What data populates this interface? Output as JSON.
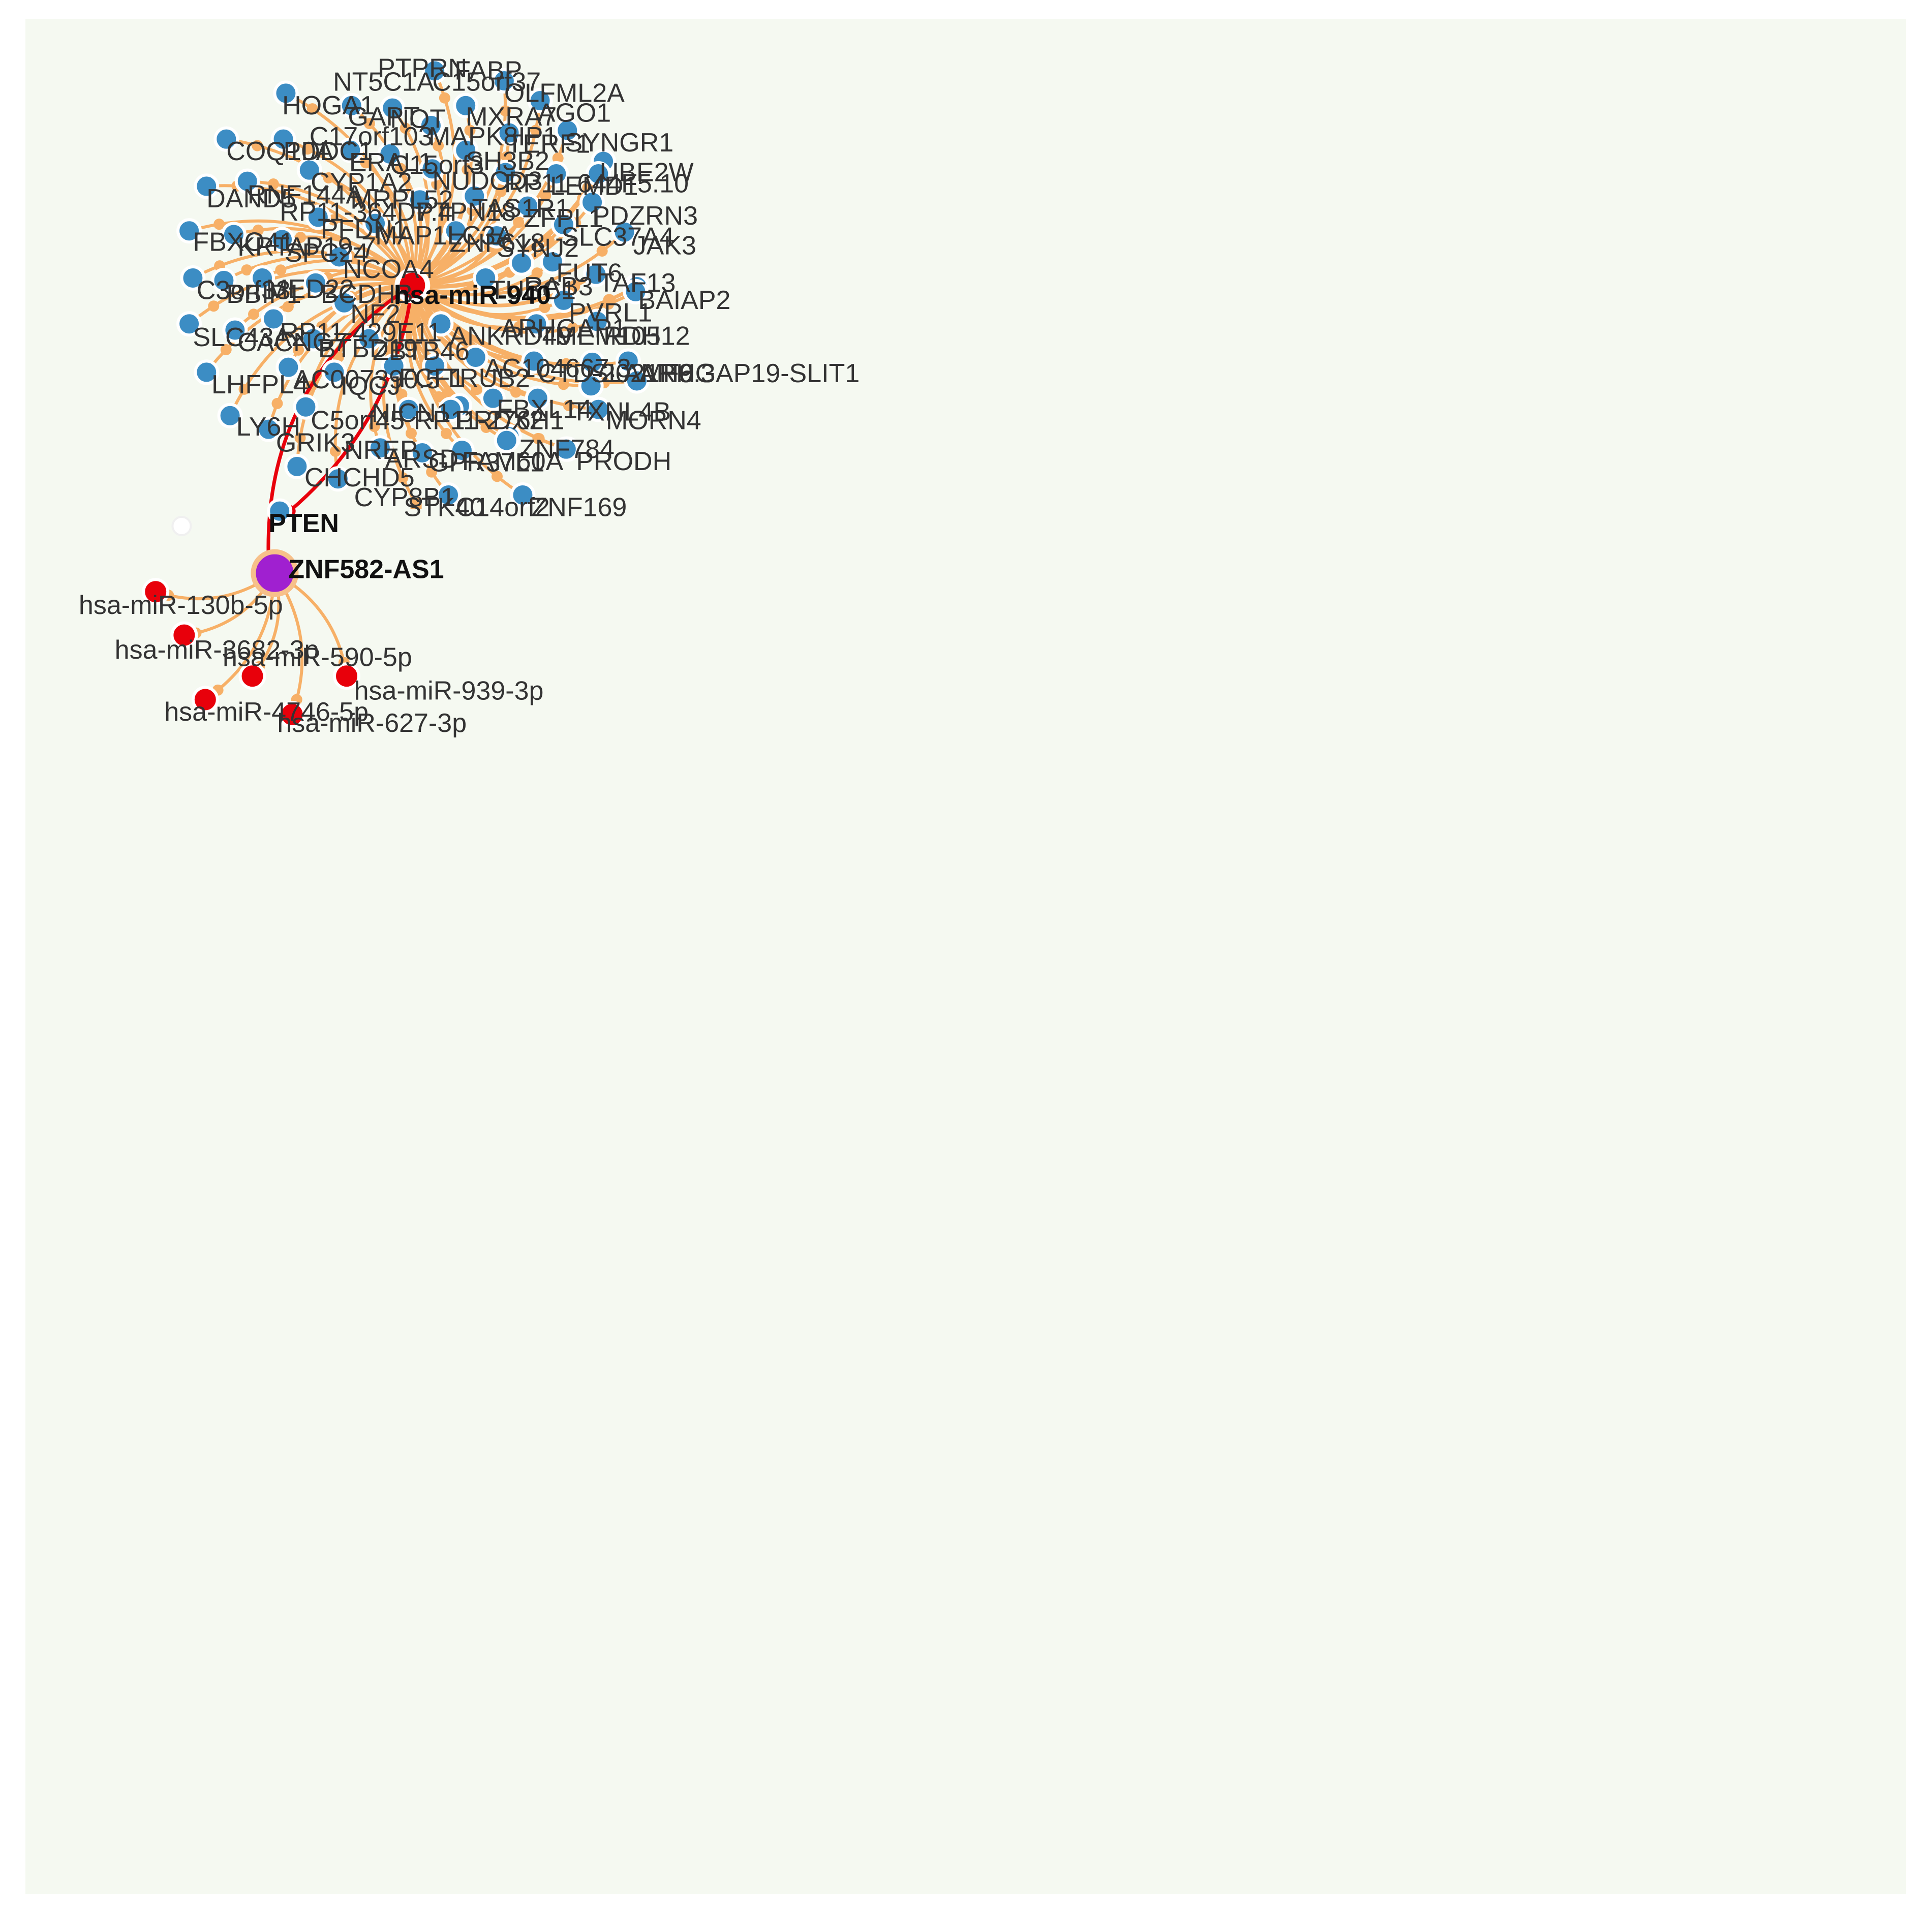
{
  "colors": {
    "background": "#f5f9f1",
    "edge": "#f7b067",
    "highlight_edge": "#e8000b",
    "gene": "#3c8dc4",
    "mirna": "#e8000b",
    "lncrna": "#a020d0",
    "square": "#f7b067",
    "label": "#333333"
  },
  "hub_mirna": "hsa-miR-940",
  "lncrna": "ZNF582-AS1",
  "highlight_gene": "PTEN",
  "target_genes": [
    "PTPRN",
    "NT5C1A",
    "FABP",
    "C15orf37",
    "HOGA1",
    "OLFML2A",
    "GAPT",
    "NOT",
    "MXRA7",
    "AGO1",
    "C17orf103",
    "MAPK8IP1",
    "TERF1",
    "SYNGR1",
    "COQ10A",
    "PDDC1",
    "ERAL1",
    "C15orf3",
    "SH3B2",
    "UBE2W",
    "CYP1A2",
    "NUDCD3",
    "RP11-644F5.10",
    "LEMD1",
    "DAND5",
    "RNF144A",
    "MRPL52",
    "RP11-364D7.4",
    "PTPN18",
    "TAS1R1",
    "ZFPL1",
    "PDZRN3",
    "PFDN1",
    "MAP1LC3A",
    "SLC37A4",
    "FBXO41",
    "KRTAP19-7",
    "SPC24",
    "ZNF618",
    "SYNJ2",
    "JAK3",
    "NCOA4",
    "FUT6",
    "TAF13",
    "C3orf33",
    "BBIP1",
    "MED22",
    "BCDHB",
    "TUSC1",
    "RAB3",
    "BAIAP2",
    "NF2",
    "PVRL1",
    "SLC43A2",
    "CACNG7",
    "RP11-429E11",
    "ARHGAP1",
    "RDH12",
    "TMEM105",
    "ANKRD49",
    "BTBD19",
    "ZBTB46",
    "AC104667.3",
    "CTD-2021H9.3",
    "SLAMF6",
    "ARHGAP19-SLIT1",
    "LHFPL4",
    "AC007390.5",
    "IQCJ",
    "FCF1",
    "TRUB2",
    "C5orf45",
    "NICN1",
    "RP11-276H1",
    "PRDX2",
    "FBXL14",
    "TXNL4B",
    "MORN4",
    "LY6H",
    "GRIK3",
    "NREP",
    "ARSD",
    "GPR37L1",
    "FAM60A",
    "ZNF784",
    "PRODH",
    "CHCHD5",
    "CYP8B1",
    "STK40",
    "C14orf2",
    "ZNF169"
  ],
  "lncrna_mirnas": [
    "hsa-miR-130b-5p",
    "hsa-miR-3682-3p",
    "hsa-miR-590-5p",
    "hsa-miR-939-3p",
    "hsa-miR-4746-5p",
    "hsa-miR-627-3p"
  ]
}
